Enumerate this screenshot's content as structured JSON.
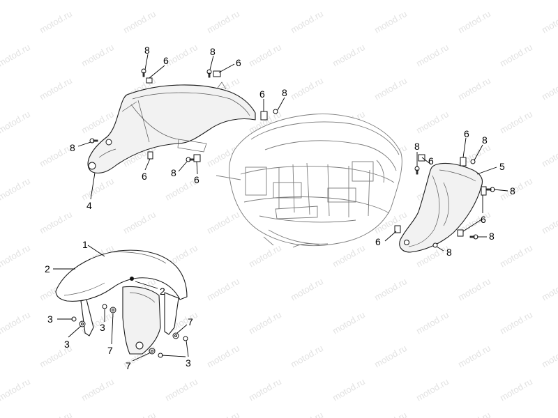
{
  "watermark": "motod.ru",
  "callouts": {
    "c1": "1",
    "c2": "2",
    "c3": "3",
    "c4": "4",
    "c5": "5",
    "c6": "6",
    "c7": "7",
    "c8": "8"
  }
}
